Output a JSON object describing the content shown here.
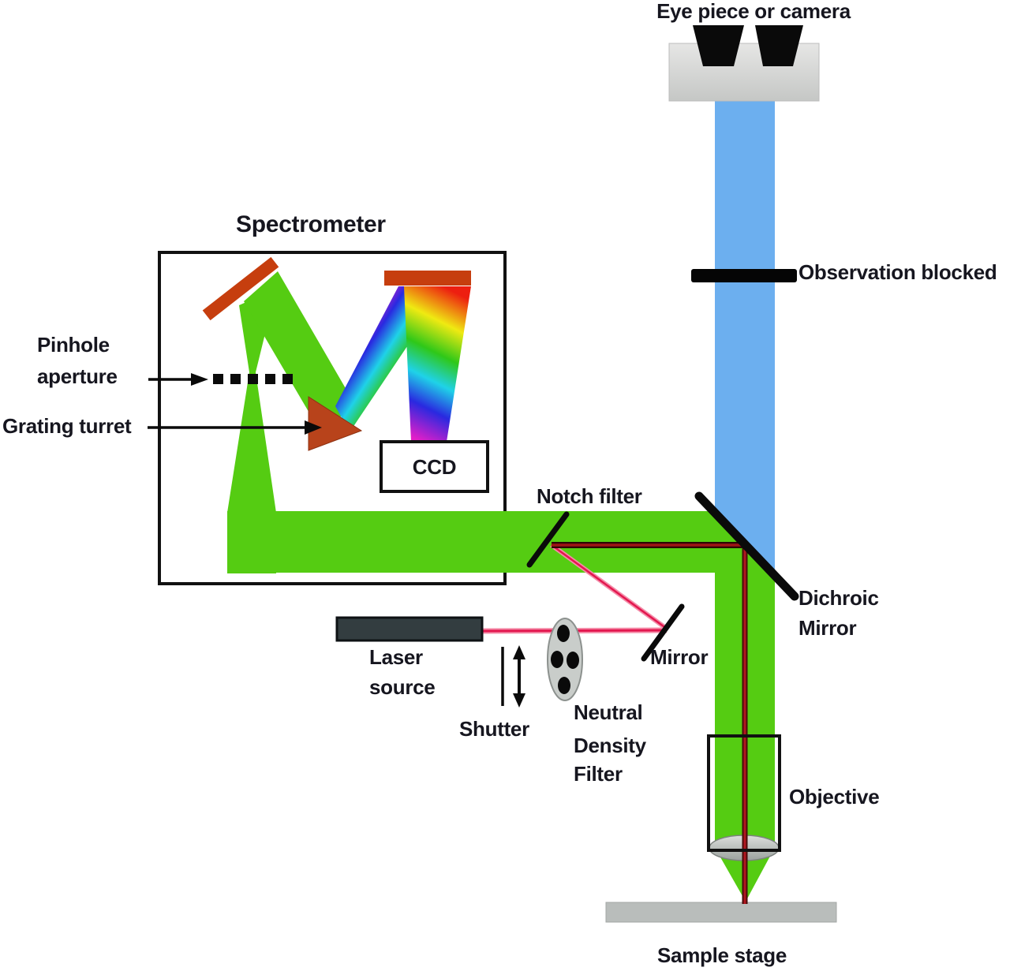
{
  "figure": {
    "kind": "optical-schematic",
    "subject": "Raman microscope / spectrometer beam path diagram"
  },
  "labels": {
    "eyepiece": "Eye piece or camera",
    "observation_blocked": "Observation blocked",
    "spectrometer": "Spectrometer",
    "pinhole_line1": "Pinhole",
    "pinhole_line2": "aperture",
    "grating_turret": "Grating turret",
    "ccd": "CCD",
    "notch_filter": "Notch filter",
    "dichroic_line1": "Dichroic",
    "dichroic_line2": "Mirror",
    "mirror": "Mirror",
    "laser_line1": "Laser",
    "laser_line2": "source",
    "shutter": "Shutter",
    "nd_line1": "Neutral",
    "nd_line2": "Density",
    "nd_line3": "Filter",
    "objective": "Objective",
    "sample_stage": "Sample stage"
  },
  "colors": {
    "beam_green": "#55CC12",
    "beam_blue": "#6CAFEF",
    "mirror_vermilion": "#C63E0E",
    "grating_red": "#B8431B",
    "laser_pink_core": "#E3174F",
    "laser_dark_red": "#9E1515",
    "stage_gray": "#B9BDBB",
    "text": "#16161f"
  }
}
